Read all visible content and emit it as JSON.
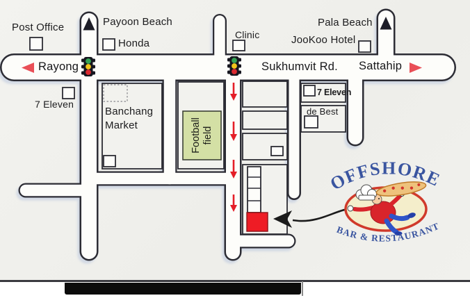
{
  "map": {
    "road_labels": {
      "main": "Sukhumvit Rd.",
      "west": "Rayong",
      "east": "Sattahip"
    },
    "destinations_north": {
      "payoon": "Payoon Beach",
      "pala": "Pala Beach"
    },
    "landmarks": {
      "post_office": "Post Office",
      "honda": "Honda",
      "clinic": "Clinic",
      "jookoo_hotel": "JooKoo Hotel",
      "seven_eleven_west": "7 Eleven",
      "seven_eleven_east": "7 Eleven",
      "de_best": "de Best",
      "banchang_market_line1": "Banchang",
      "banchang_market_line2": "Market",
      "football_field_line1": "Football",
      "football_field_line2": "field"
    },
    "icons": {
      "traffic_light": "three-lamp traffic signal (green/yellow/red)",
      "north_arrow": "solid black up triangle",
      "route_arrow": "red downward arrow",
      "direction_arrow": "red sideways triangle",
      "destination_marker": "solid red square",
      "pointer_arrow": "black curved arrow pointing at destination"
    },
    "colors": {
      "route_red": "#e41e28",
      "destination_red": "#ee1c25",
      "direction_arrow_red": "#e94f57",
      "road_outline": "#2c2c34",
      "road_surface": "#fdfdfa",
      "football_green": "#d4e0a5",
      "traffic_green": "#35a355",
      "traffic_yellow": "#f2c41c",
      "traffic_red": "#da2a30"
    }
  },
  "logo": {
    "title": "OFFSHORE",
    "subtitle": "BAR & RESTAURANT",
    "colors": {
      "text_blue": "#3a55a0",
      "oval_fill": "#f4eecb",
      "oval_ring": "#d03a2b",
      "pizza_tan": "#eec27c"
    }
  }
}
